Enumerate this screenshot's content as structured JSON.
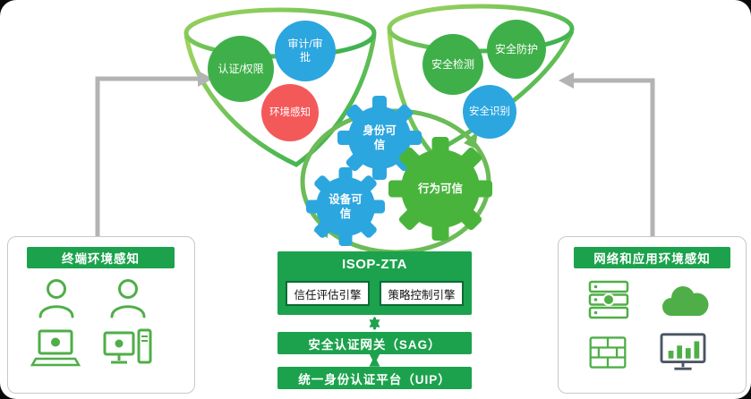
{
  "palette": {
    "green_box": "#1CA24D",
    "bubble_green": "#3FB049",
    "bubble_blue": "#2CA6DF",
    "bubble_red": "#F4595A",
    "gear_blue": "#2CA6DF",
    "gear_green": "#49B43B",
    "icon_green": "#4FAE47",
    "arrow_gray": "#B3B3B3",
    "funnel_green_light": "#A3D45F",
    "funnel_green_dark": "#2FAD4E"
  },
  "funnels": {
    "left": {
      "circles": [
        {
          "label": "认证/权限",
          "color": "#3FB049"
        },
        {
          "label": "审计/审批",
          "color": "#2CA6DF"
        },
        {
          "label": "环境感知",
          "color": "#F4595A"
        }
      ]
    },
    "right": {
      "circles": [
        {
          "label": "安全检测",
          "color": "#3FB049"
        },
        {
          "label": "安全防护",
          "color": "#3FB049"
        },
        {
          "label": "安全识别",
          "color": "#2CA6DF"
        }
      ]
    }
  },
  "gears": [
    {
      "label": "身份可信",
      "color": "#2CA6DF"
    },
    {
      "label": "设备可信",
      "color": "#2CA6DF"
    },
    {
      "label": "行为可信",
      "color": "#49B43B"
    }
  ],
  "left_panel": {
    "title": "终端环境感知",
    "icons": [
      "person-female",
      "person-male",
      "laptop",
      "desktop-pc"
    ]
  },
  "right_panel": {
    "title": "网络和应用环境感知",
    "icons": [
      "server-stack",
      "cloud",
      "firewall",
      "monitor-chart"
    ]
  },
  "platform": {
    "title": "ISOP-ZTA",
    "engines": [
      {
        "label": "信任评估引擎"
      },
      {
        "label": "策略控制引擎"
      }
    ],
    "sag_label": "安全认证网关（SAG）",
    "uip_label": "统一身份认证平台（UIP）"
  }
}
